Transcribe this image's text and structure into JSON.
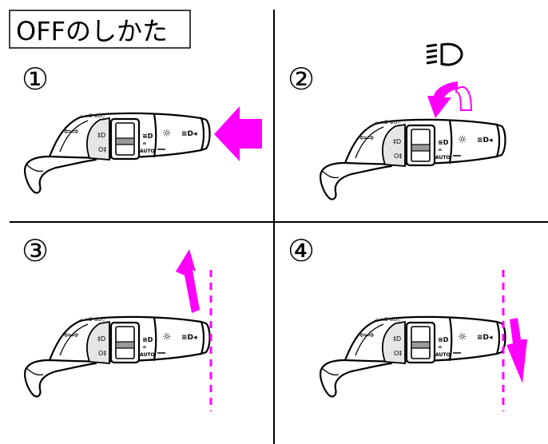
{
  "title": "OFFのしかた",
  "steps": [
    {
      "number": "①"
    },
    {
      "number": "②"
    },
    {
      "number": "③"
    },
    {
      "number": "④"
    }
  ],
  "stalk_label": "AUTO",
  "colors": {
    "accent": "#ff00ff",
    "line": "#000000"
  }
}
